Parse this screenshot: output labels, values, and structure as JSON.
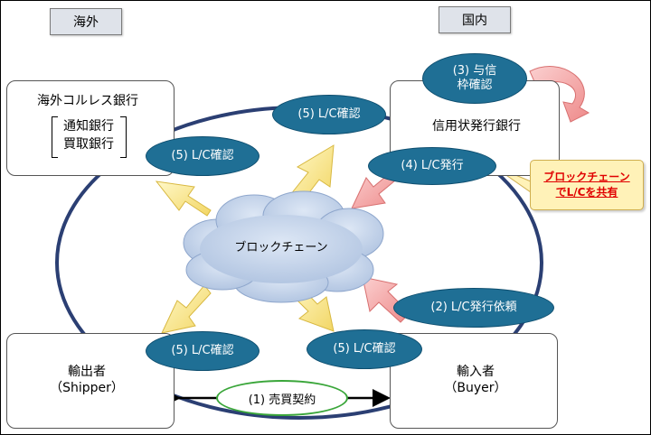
{
  "labels": {
    "overseas": "海外",
    "domestic": "国内"
  },
  "nodes": {
    "correspondent_bank": "海外コルレス銀行",
    "advising_bank": "通知銀行",
    "negotiating_bank": "買取銀行",
    "issuing_bank": "信用状発行銀行",
    "exporter": "輸出者",
    "exporter_en": "（Shipper）",
    "importer": "輸入者",
    "importer_en": "（Buyer）",
    "blockchain": "ブロックチェーン"
  },
  "steps": {
    "lc_confirm": "(5) L/C確認",
    "credit_check_line1": "(3) 与信",
    "credit_check_line2": "枠確認",
    "lc_issue": "(4) L/C発行",
    "lc_request": "(2) L/C発行依頼",
    "sales_contract": "(1) 売買契約"
  },
  "callout": {
    "line1": "ブロックチェーン",
    "line2": "でL/Cを共有"
  },
  "colors": {
    "bubble": "#1f6f95",
    "ring": "#2b3f73",
    "yellow_arrow": "#f7e27a",
    "pink_arrow": "#f3a0a0",
    "cloud": "#c5d4ea",
    "callout_text": "#e00000"
  }
}
